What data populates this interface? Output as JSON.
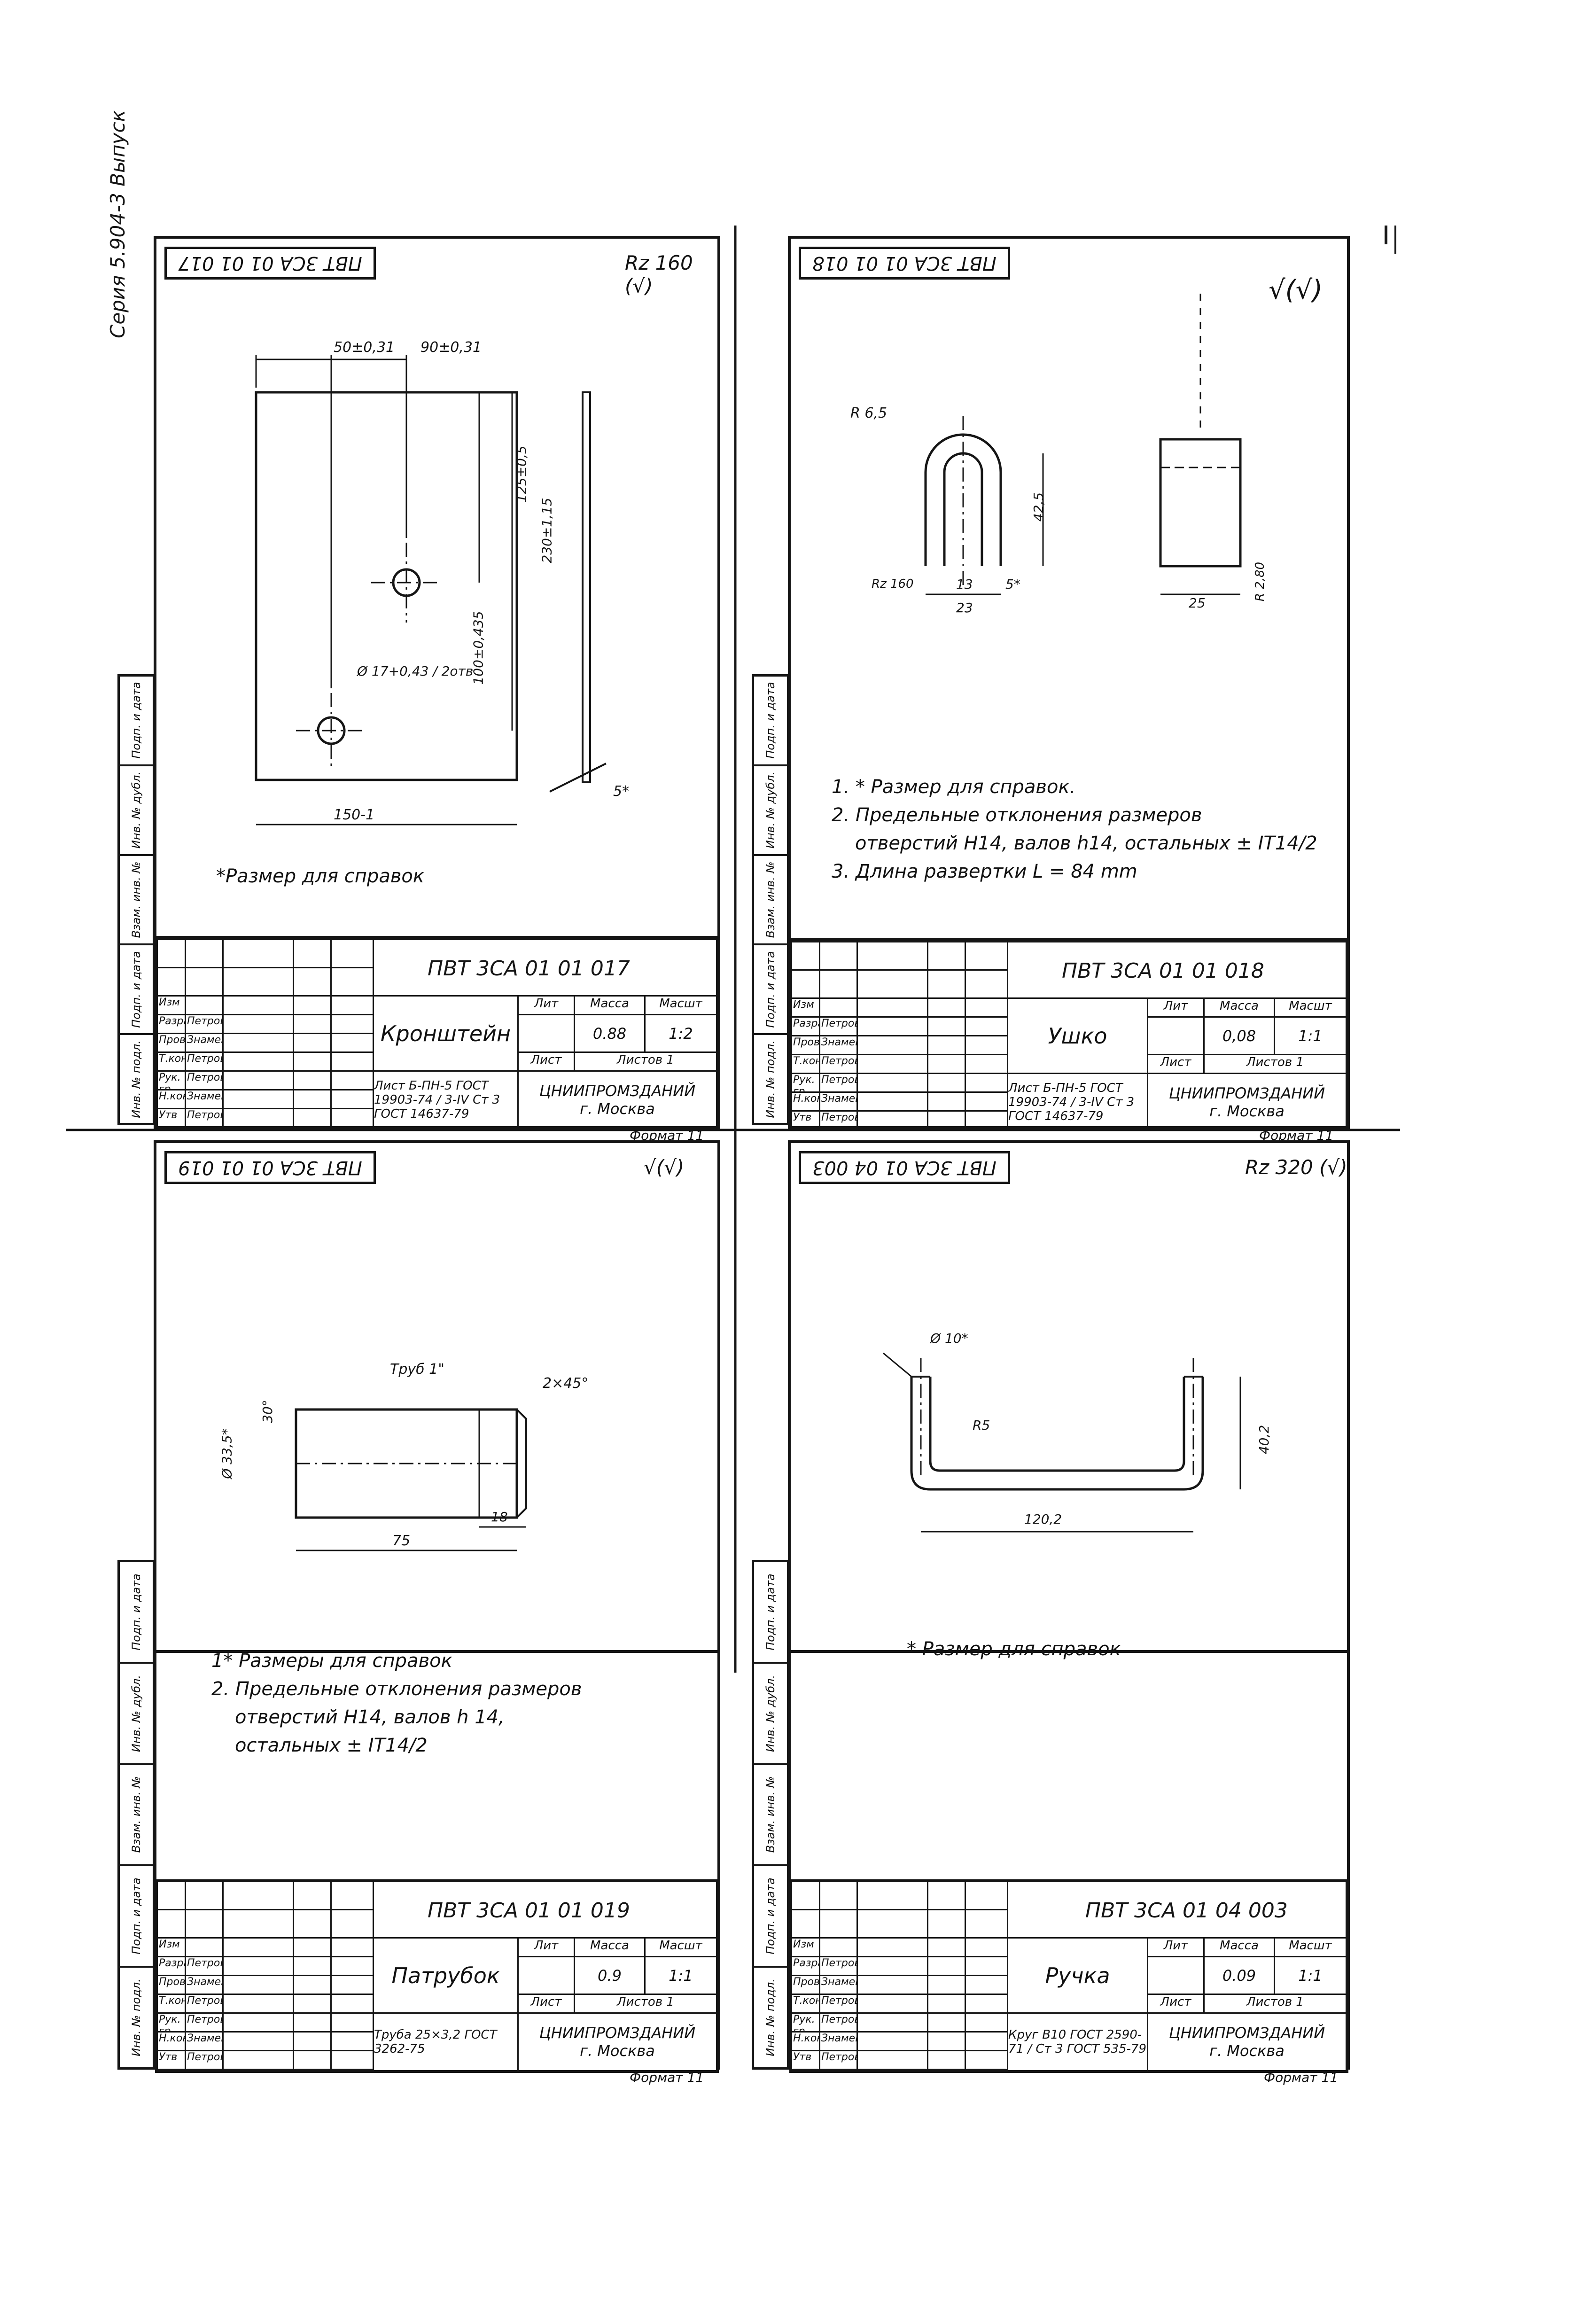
{
  "series_note": "Серия 5.904-3 Выпуск",
  "sheets": [
    {
      "code": "ПВТ 3СА 01 01 017",
      "roughness": "Rz 160 (√)",
      "name": "Кронштейн",
      "mass": "0.88",
      "scale": "1:2",
      "material": "Лист Б-ПН-5 ГОСТ 19903-74 / 3-IV Ст 3 ГОСТ 14637-79",
      "org": "ЦНИИПРОМЗДАНИЙ",
      "city": "г. Москва",
      "format": "Формат 11",
      "dims": [
        "50±0,31",
        "90±0,31",
        "125±0,5",
        "230±1,15",
        "100±0,435",
        "150-1",
        "Ø 17+0,43 / 2отв",
        "5*"
      ],
      "notes": [
        "*Размер для справок"
      ]
    },
    {
      "code": "ПВТ 3СА 01 01 018",
      "roughness": "√(√)",
      "name": "Ушко",
      "mass": "0,08",
      "scale": "1:1",
      "material": "Лист Б-ПН-5 ГОСТ 19903-74 / 3-IV Ст 3 ГОСТ 14637-79",
      "org": "ЦНИИПРОМЗДАНИЙ",
      "city": "г. Москва",
      "format": "Формат 11",
      "dims": [
        "R 6,5",
        "42,5",
        "13",
        "23",
        "5*",
        "Rz 160",
        "25",
        "R 2,80"
      ],
      "notes": [
        "1. * Размер для справок.",
        "2. Предельные отклонения размеров",
        "отверстий H14, валов h14, остальных ± IT14/2",
        "3. Длина развертки L = 84 mm"
      ]
    },
    {
      "code": "ПВТ 3СА 01 01 019",
      "roughness": "√(√)",
      "name": "Патрубок",
      "mass": "0.9",
      "scale": "1:1",
      "material": "Труба 25×3,2 ГОСТ 3262-75",
      "org": "ЦНИИПРОМЗДАНИЙ",
      "city": "г. Москва",
      "format": "Формат 11",
      "dims": [
        "Труб 1\"",
        "2×45°",
        "30°",
        "Ø 33,5*",
        "75",
        "18"
      ],
      "notes": [
        "1* Размеры для справок",
        "2. Предельные отклонения размеров",
        "отверстий H14, валов h 14,",
        "остальных ± IT14/2"
      ]
    },
    {
      "code": "ПВТ 3СА 01 04 003",
      "roughness": "Rz 320 (√)",
      "name": "Ручка",
      "mass": "0.09",
      "scale": "1:1",
      "material": "Круг В10 ГОСТ 2590-71 / Ст 3 ГОСТ 535-79",
      "org": "ЦНИИПРОМЗДАНИЙ",
      "city": "г. Москва",
      "format": "Формат 11",
      "dims": [
        "Ø 10*",
        "R5",
        "40,2",
        "120,2"
      ],
      "notes": [
        "* Размер для справок"
      ]
    }
  ],
  "titleblock_labels": {
    "lit": "Лит",
    "mass": "Масса",
    "scale": "Масшт",
    "sheet": "Лист",
    "sheets": "Листов 1",
    "rows": [
      "Изм",
      "Разраб",
      "Пров",
      "Т.контр",
      "Рук. гр.",
      "Н.контр",
      "Утв"
    ]
  },
  "signatures": [
    "Петрова",
    "Знаменский",
    "Петрова",
    "Петрова",
    "Знаменский",
    "Петрова"
  ],
  "stamp_labels": [
    "Подп. и дата",
    "Инв. № дубл.",
    "Взам. инв. №",
    "Подп. и дата",
    "Инв. № подл."
  ]
}
